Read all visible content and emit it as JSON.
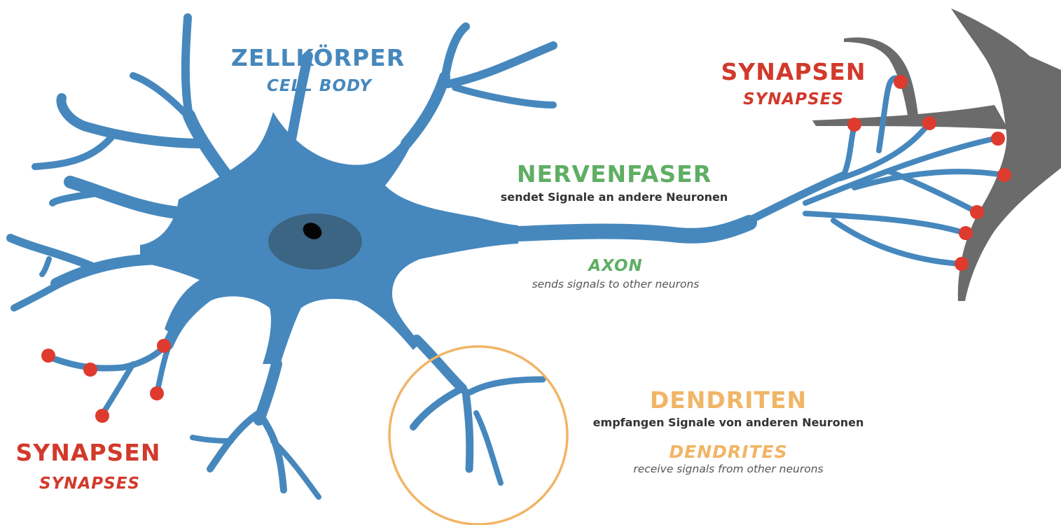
{
  "colors": {
    "neuron": "#4688bd",
    "nucleus": "#3c6583",
    "nucleolus": "#050505",
    "synapse_dot": "#df3a2e",
    "target_cell": "#6b6b6b",
    "dendrite_circle": "#f1b566",
    "red_label": "#d2392b",
    "blue_label": "#4688bd",
    "green_label": "#5fae64",
    "orange_label": "#f1b566"
  },
  "labels": {
    "cell_body": {
      "de": "ZELLKÖRPER",
      "en": "CELL BODY"
    },
    "synapses_top": {
      "de": "SYNAPSEN",
      "en": "SYNAPSES"
    },
    "synapses_left": {
      "de": "SYNAPSEN",
      "en": "SYNAPSES"
    },
    "nerve_fiber": {
      "de": "NERVENFASER",
      "desc_de": "sendet Signale an andere Neuronen"
    },
    "axon": {
      "en": "AXON",
      "desc_en": "sends signals to other neurons"
    },
    "dendrites": {
      "de": "DENDRITEN",
      "desc_de": "empfangen Signale von anderen Neuronen",
      "en": "DENDRITES",
      "desc_en": "receive signals from other neurons"
    }
  }
}
